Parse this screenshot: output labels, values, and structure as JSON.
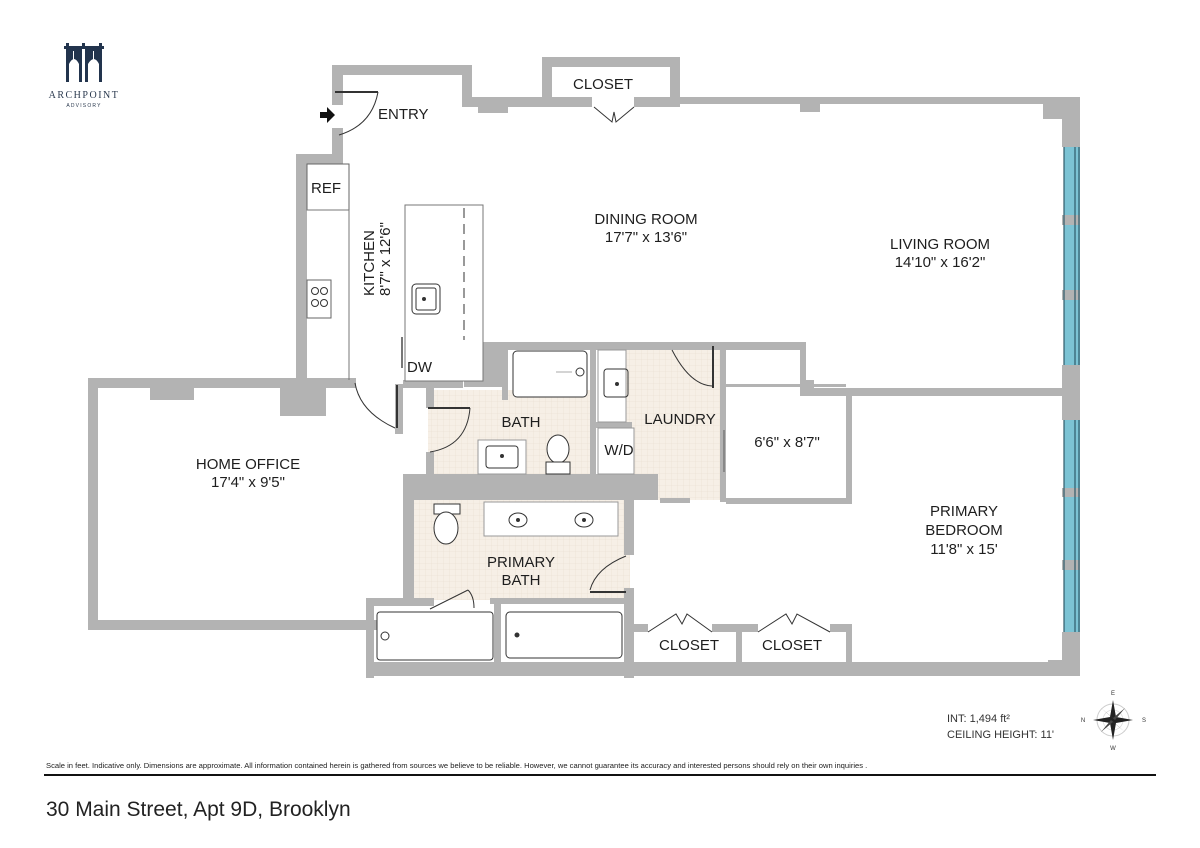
{
  "brand": {
    "name": "ARCHPOINT",
    "tagline": "ADVISORY",
    "color": "#22344d"
  },
  "colors": {
    "wall": "#b3b3b3",
    "window_glass": "#7cc3d4",
    "window_frame": "#2f5a6a",
    "tile": "#f4ede4",
    "fixture_line": "#333333"
  },
  "rooms": {
    "entry": {
      "name": "ENTRY"
    },
    "closet_top": {
      "name": "CLOSET"
    },
    "ref": {
      "name": "REF"
    },
    "kitchen": {
      "name": "KITCHEN",
      "dims": "8'7\" x 12'6\""
    },
    "dw": {
      "name": "DW"
    },
    "dining": {
      "name": "DINING ROOM",
      "dims": "17'7\" x 13'6\""
    },
    "living": {
      "name": "LIVING ROOM",
      "dims": "14'10\" x 16'2\""
    },
    "bath": {
      "name": "BATH"
    },
    "laundry": {
      "name": "LAUNDRY"
    },
    "wd": {
      "name": "W/D"
    },
    "walkin": {
      "dims": "6'6\" x 8'7\""
    },
    "home_office": {
      "name": "HOME OFFICE",
      "dims": "17'4\" x 9'5\""
    },
    "primary_bath": {
      "name_line1": "PRIMARY",
      "name_line2": "BATH"
    },
    "primary_bedroom": {
      "name_line1": "PRIMARY",
      "name_line2": "BEDROOM",
      "dims": "11'8\" x 15'"
    },
    "closet_bottom_1": {
      "name": "CLOSET"
    },
    "closet_bottom_2": {
      "name": "CLOSET"
    }
  },
  "stats": {
    "interior": "INT: 1,494 ft²",
    "ceiling": "CEILING HEIGHT: 11'"
  },
  "compass": {
    "n": "N",
    "s": "S",
    "e": "E",
    "w": "W"
  },
  "footer": {
    "disclaimer": "Scale in feet. Indicative only. Dimensions are approximate. All information contained herein is gathered from sources we believe to be reliable. However, we cannot guarantee its accuracy and interested persons should rely on their own inquiries .",
    "address": "30 Main Street, Apt 9D, Brooklyn"
  }
}
